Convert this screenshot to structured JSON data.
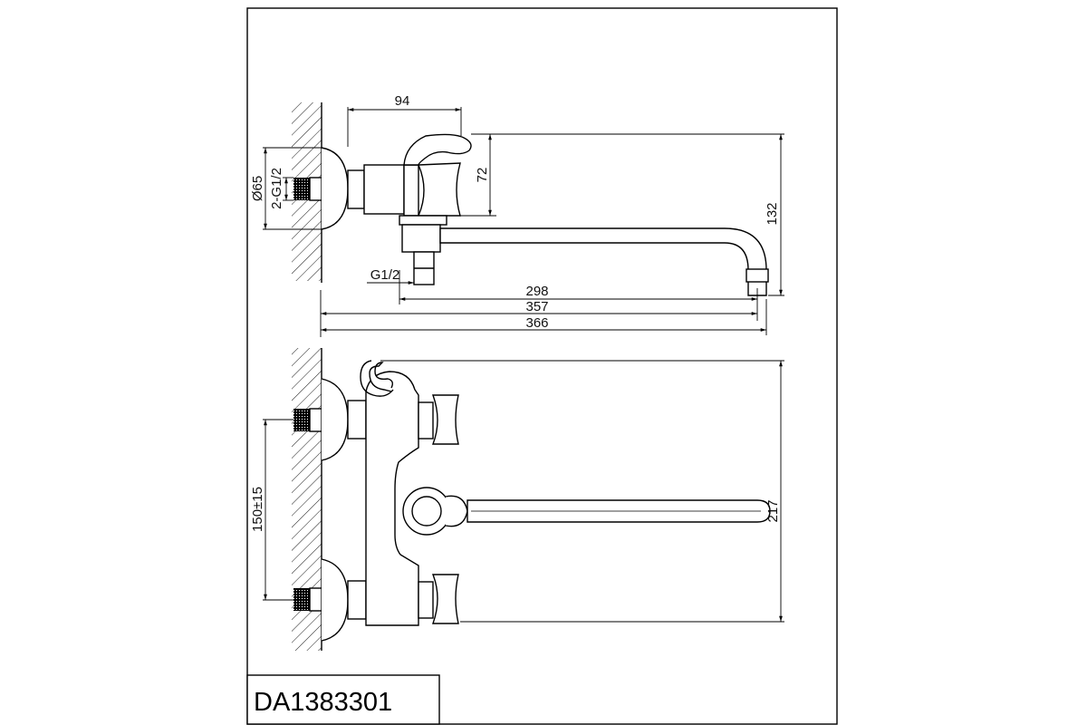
{
  "model_code": "DA1383301",
  "side_view": {
    "dims": {
      "handle_offset": "94",
      "handle_height": "72",
      "total_height": "132",
      "flange_diameter": "Ø65",
      "inlet_thread": "2-G1/2",
      "outlet_thread": "G1/2",
      "spout_reach_outlet": "298",
      "spout_reach_tip": "357",
      "overall_length": "366"
    }
  },
  "front_view": {
    "dims": {
      "center_distance": "150±15",
      "overall_height": "217"
    }
  }
}
